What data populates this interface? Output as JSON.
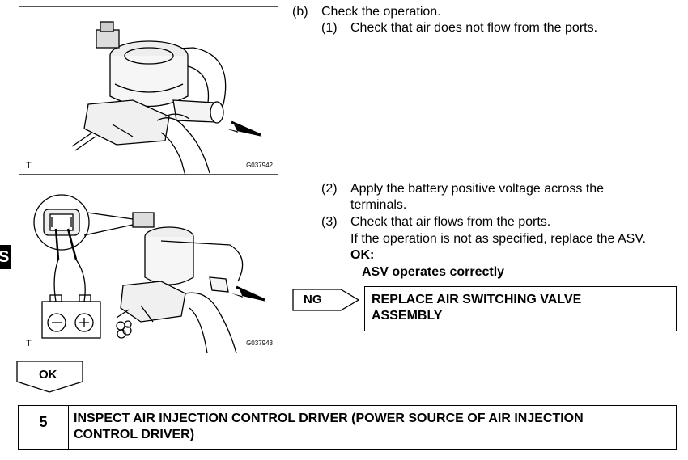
{
  "figure1": {
    "corner_label": "T",
    "code": "G037942"
  },
  "figure2": {
    "corner_label": "T",
    "code": "G037943"
  },
  "side_tab": {
    "label": "S"
  },
  "step_b": {
    "label": "(b)",
    "text": "Check the operation.",
    "sub1": {
      "num": "(1)",
      "text": "Check that air does not flow from the ports."
    }
  },
  "step_2": {
    "num": "(2)",
    "line1": "Apply the battery positive voltage across the",
    "line2": "terminals."
  },
  "step_3": {
    "num": "(3)",
    "line1": "Check that air flows from the ports.",
    "line2": "If the operation is not as specified, replace the ASV.",
    "ok_label": "OK:",
    "ok_text": "ASV operates correctly"
  },
  "ng": {
    "tag": "NG",
    "line1": "REPLACE AIR SWITCHING VALVE",
    "line2": "ASSEMBLY"
  },
  "ok_tag": "OK",
  "step5": {
    "number": "5",
    "line1": "INSPECT AIR INJECTION CONTROL DRIVER (POWER SOURCE OF AIR INJECTION",
    "line2": "CONTROL DRIVER)"
  }
}
